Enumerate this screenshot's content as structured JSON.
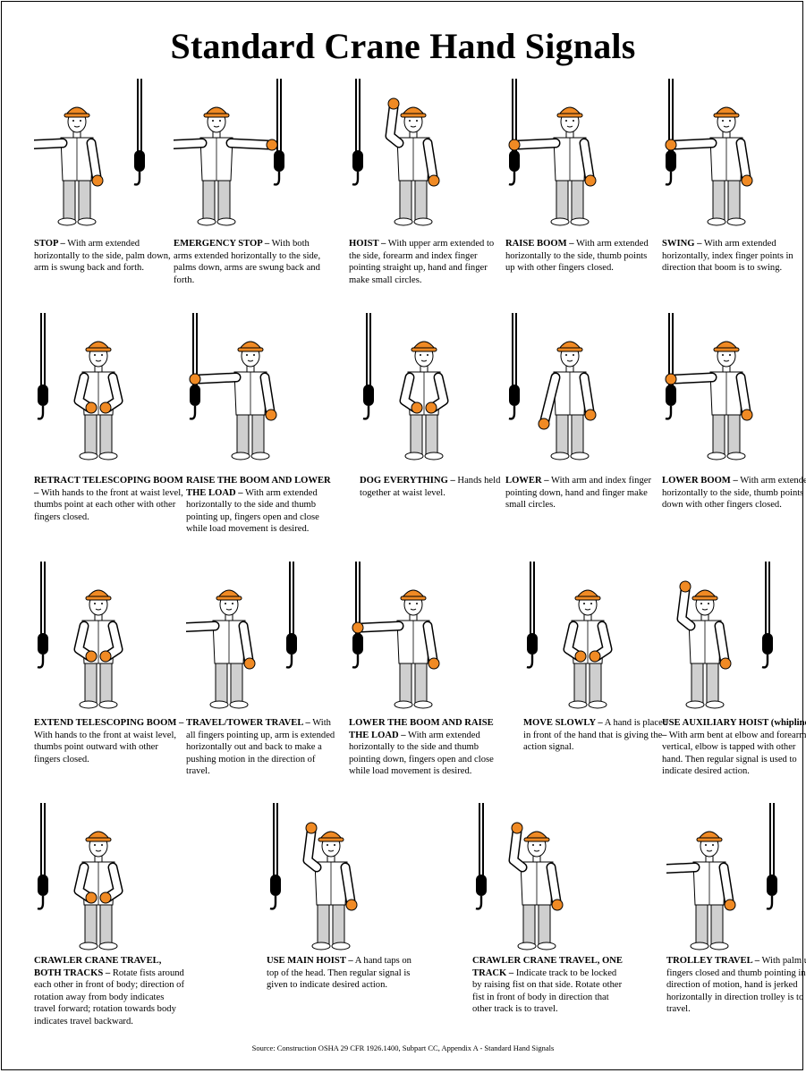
{
  "title": "Standard Crane Hand Signals",
  "signals": [
    {
      "name": "STOP –",
      "text": " With arm extended horizontally to the side, palm down, arm is swung back and forth."
    },
    {
      "name": "EMERGENCY STOP –",
      "text": " With both arms extended horizontally to the side, palms down, arms are swung back and forth."
    },
    {
      "name": "HOIST –",
      "text": " With upper arm extended to the side, forearm and index finger pointing straight up, hand and finger make small circles."
    },
    {
      "name": "RAISE BOOM –",
      "text": " With arm extended horizontally to the side, thumb points up with other fingers closed."
    },
    {
      "name": "SWING –",
      "text": " With arm extended horizontally, index finger points in direction that boom is to swing."
    },
    {
      "name": "RETRACT TELESCOPING BOOM –",
      "text": " With hands to the front at waist level, thumbs point at each other with other fingers closed."
    },
    {
      "name": "RAISE THE BOOM AND LOWER THE LOAD –",
      "text": " With arm extended horizontally to the side and thumb pointing up, fingers open and close while load movement is desired."
    },
    {
      "name": "DOG EVERYTHING –",
      "text": " Hands held together at waist level."
    },
    {
      "name": "LOWER –",
      "text": " With arm and index finger pointing down, hand and finger make small circles."
    },
    {
      "name": "LOWER BOOM –",
      "text": " With arm extended horizontally to the side, thumb points down with other fingers closed."
    },
    {
      "name": "EXTEND TELESCOPING BOOM –",
      "text": " With hands to the front at waist level, thumbs point outward with other fingers closed."
    },
    {
      "name": "TRAVEL/TOWER TRAVEL –",
      "text": " With all fingers pointing up, arm is extended horizontally out and back to make a pushing motion in the direction of travel."
    },
    {
      "name": "LOWER THE BOOM AND RAISE THE LOAD –",
      "text": " With arm extended horizontally to the side and thumb pointing down, fingers open and close while load movement is desired."
    },
    {
      "name": "MOVE SLOWLY –",
      "text": " A hand is placed in front of the hand that is giving the action signal."
    },
    {
      "name": "USE AUXILIARY HOIST (whipline) –",
      "text": " With arm bent at elbow and forearm vertical, elbow is tapped with other hand. Then regular signal is used to indicate desired  action."
    },
    {
      "name": "CRAWLER CRANE TRAVEL, BOTH TRACKS –",
      "text": " Rotate fists around each other in front of body; direction of rotation away from body indicates travel forward; rotation towards body indicates travel backward."
    },
    {
      "name": "USE MAIN HOIST –",
      "text": " A hand taps on top of the head. Then regular signal is given to indicate desired action."
    },
    {
      "name": "CRAWLER CRANE TRAVEL, ONE TRACK –",
      "text": " Indicate track to be locked by raising fist on that side. Rotate other fist in front of body in direction that other track is to travel."
    },
    {
      "name": "TROLLEY TRAVEL –",
      "text": " With palm up, fingers closed and thumb pointing in direction of motion, hand is jerked horizontally in direction trolley is to travel."
    }
  ],
  "source": "Source: Construction OSHA 29 CFR 1926.1400, Subpart CC, Appendix A - Standard Hand Signals",
  "colors": {
    "hardhat": "#f08a24",
    "gloves": "#f08a24",
    "pants": "#cfcfcf",
    "outline": "#000000",
    "shirt": "#ffffff"
  },
  "icons": [
    "hook-icon",
    "worker-figure",
    "motion-arrow-icon"
  ]
}
